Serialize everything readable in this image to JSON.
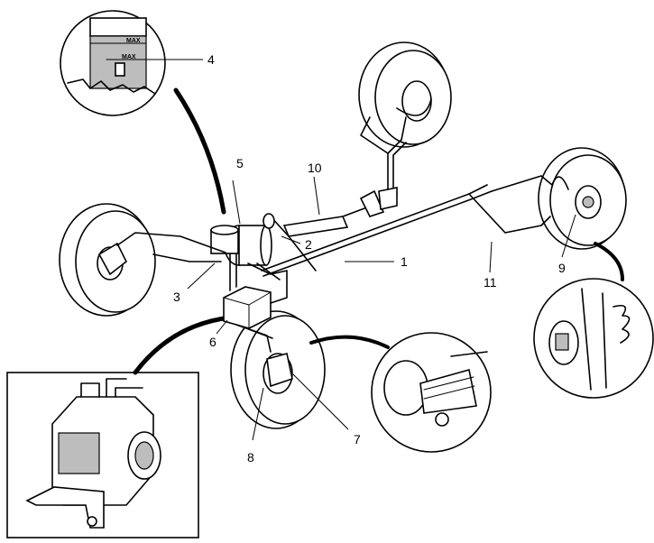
{
  "callouts": [
    {
      "id": "1",
      "label": "1"
    },
    {
      "id": "2",
      "label": "2"
    },
    {
      "id": "3",
      "label": "3"
    },
    {
      "id": "4",
      "label": "4"
    },
    {
      "id": "5",
      "label": "5"
    },
    {
      "id": "6",
      "label": "6"
    },
    {
      "id": "7",
      "label": "7"
    },
    {
      "id": "8",
      "label": "8"
    },
    {
      "id": "9",
      "label": "9"
    },
    {
      "id": "10",
      "label": "10"
    },
    {
      "id": "11",
      "label": "11"
    }
  ],
  "reservoir": {
    "max_top": "MAX",
    "max_bottom": "MAX"
  }
}
